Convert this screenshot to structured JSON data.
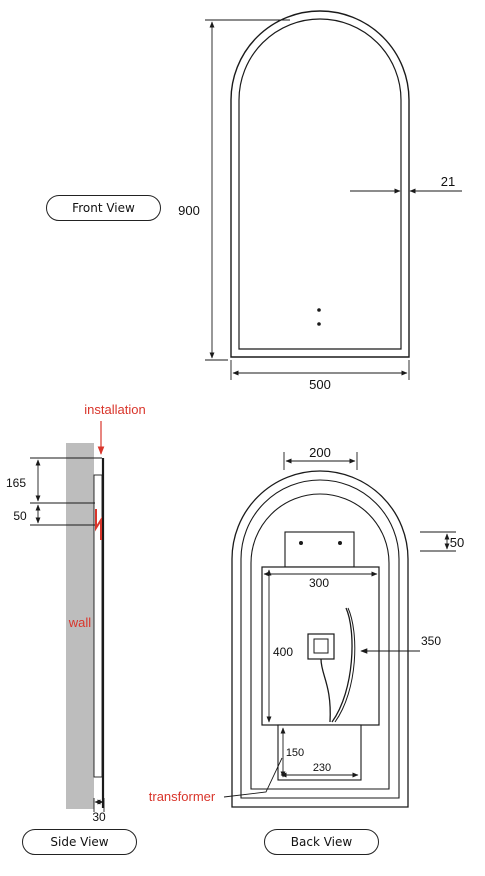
{
  "views": {
    "front": "Front View",
    "side": "Side View",
    "back": "Back View"
  },
  "front": {
    "height_dim": "900",
    "width_dim": "500",
    "frame_dim": "21"
  },
  "side": {
    "installation_label": "installation",
    "wall_label": "wall",
    "top_offset_dim": "165",
    "hook_dim": "50",
    "depth_dim": "30"
  },
  "back": {
    "top_span_dim": "200",
    "bracket_dim": "50",
    "panel_width_dim": "300",
    "panel_height_dim": "400",
    "cable_dim": "350",
    "transformer_height_dim": "150",
    "transformer_width_dim": "230",
    "transformer_label": "transformer"
  },
  "colors": {
    "line": "#1a1a1a",
    "accent": "#d9352b",
    "wall": "#bdbdbd"
  }
}
